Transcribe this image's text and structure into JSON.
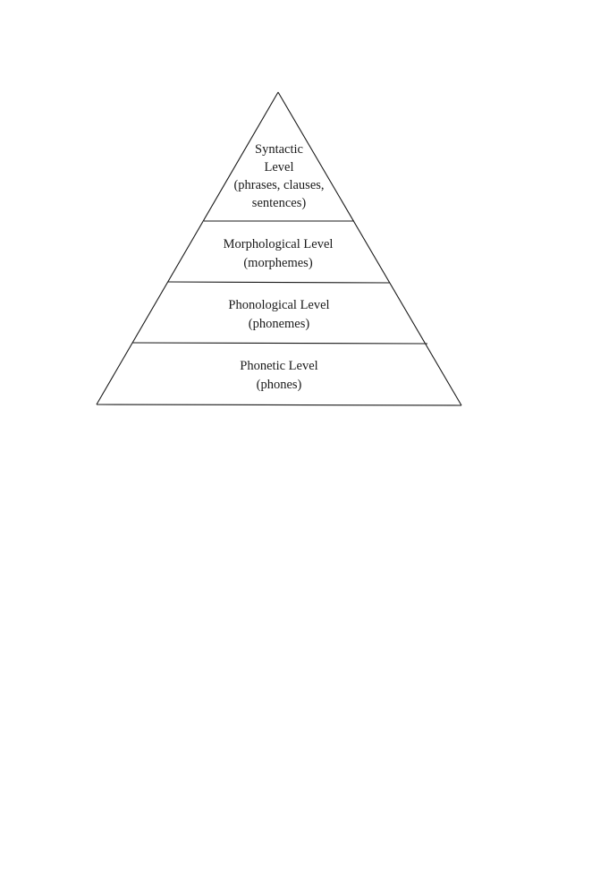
{
  "pyramid": {
    "levels": [
      {
        "id": "syntactic",
        "lines": [
          "Syntactic",
          "Level",
          "(phrases, clauses,",
          "sentences)"
        ]
      },
      {
        "id": "morphological",
        "lines": [
          "Morphological Level",
          "(morphemes)"
        ]
      },
      {
        "id": "phonological",
        "lines": [
          "Phonological Level",
          "(phonemes)"
        ]
      },
      {
        "id": "phonetic",
        "lines": [
          "Phonetic Level",
          "(phones)"
        ]
      }
    ]
  },
  "colors": {
    "line": "#1a1a1a",
    "text": "#1a1a1a",
    "background": "#ffffff"
  }
}
